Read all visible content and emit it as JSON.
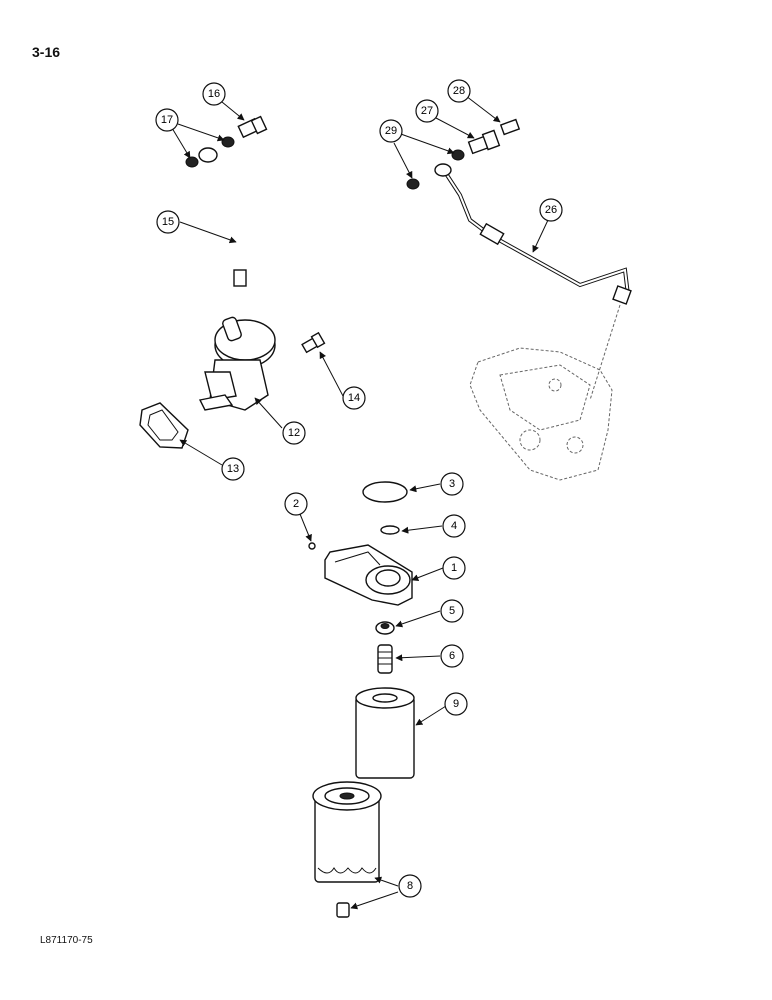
{
  "page": {
    "number": "3-16",
    "figure_id": "L871170-75"
  },
  "callouts": [
    "1",
    "2",
    "3",
    "4",
    "5",
    "6",
    "8",
    "9",
    "12",
    "13",
    "14",
    "15",
    "16",
    "17",
    "26",
    "27",
    "28",
    "29"
  ]
}
